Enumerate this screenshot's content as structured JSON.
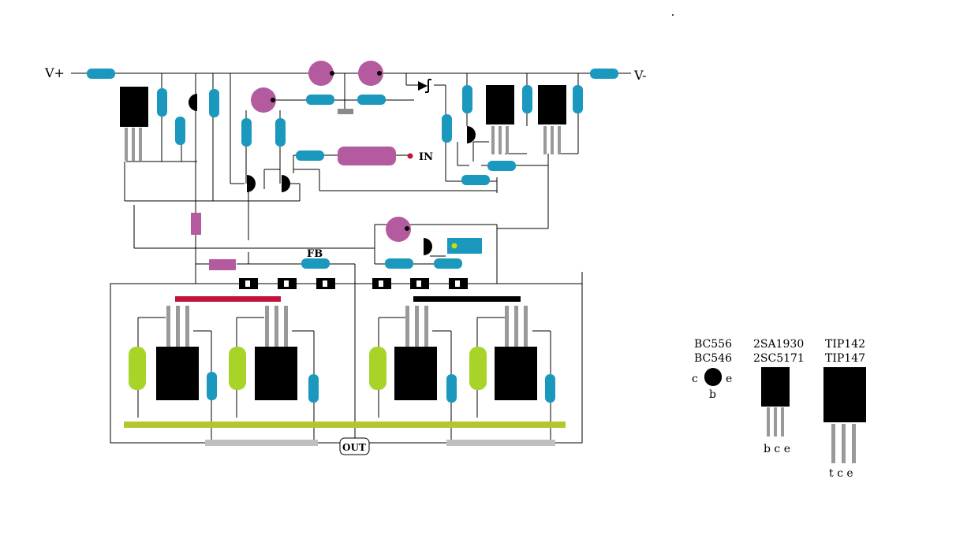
{
  "labels": {
    "v_plus": "V+",
    "v_minus": "V-",
    "input": "IN",
    "feedback": "FB",
    "output": "OUT"
  },
  "legend": {
    "small_transistor": {
      "models": [
        "BC556",
        "BC546"
      ],
      "pins": [
        "c",
        "b",
        "e"
      ]
    },
    "driver_transistor": {
      "models": [
        "2SA1930",
        "2SC5171"
      ],
      "pins": "b c e"
    },
    "power_transistor": {
      "models": [
        "TIP142",
        "TIP147"
      ],
      "pins": "t c e"
    }
  },
  "colors": {
    "resistor": "#1a98bd",
    "capacitor": "#b45a9e",
    "rail_green": "#b3c62b",
    "rail_red": "#c0143c",
    "rail_gray": "#bfbfbf",
    "transistor": "#000000",
    "lime": "#a8d42a"
  }
}
